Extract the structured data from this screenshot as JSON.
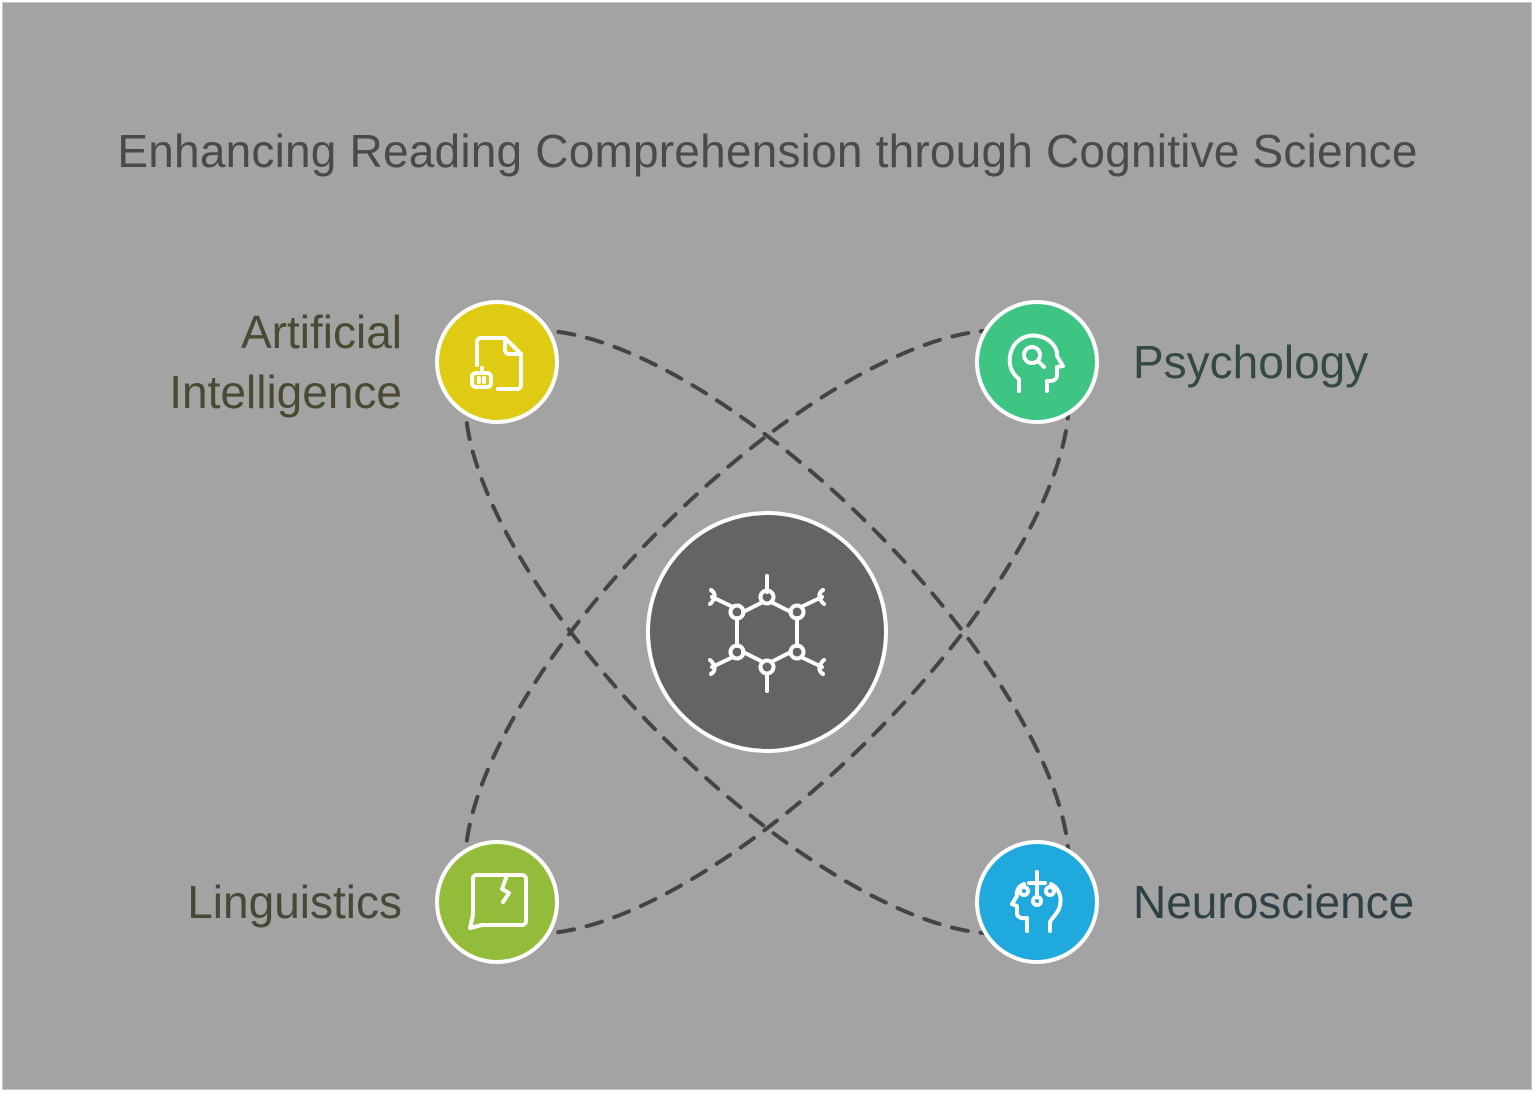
{
  "title": "Enhancing Reading Comprehension through Cognitive Science",
  "center": {
    "icon": "molecule-network-icon",
    "color": "#646464"
  },
  "nodes": [
    {
      "id": "ai",
      "label_line1": "Artificial",
      "label_line2": "Intelligence",
      "icon": "document-robot-icon",
      "color": "#dfcb14"
    },
    {
      "id": "psychology",
      "label": "Psychology",
      "icon": "head-magnifier-icon",
      "color": "#3ec584"
    },
    {
      "id": "linguistics",
      "label": "Linguistics",
      "icon": "speech-bubble-icon",
      "color": "#94bc3b"
    },
    {
      "id": "neuroscience",
      "label": "Neuroscience",
      "icon": "brain-head-icon",
      "color": "#1fa9dc"
    }
  ],
  "connections": [
    {
      "from": "Artificial Intelligence",
      "to": "Neuroscience",
      "style": "dashed-ellipse"
    },
    {
      "from": "Psychology",
      "to": "Linguistics",
      "style": "dashed-ellipse"
    }
  ]
}
